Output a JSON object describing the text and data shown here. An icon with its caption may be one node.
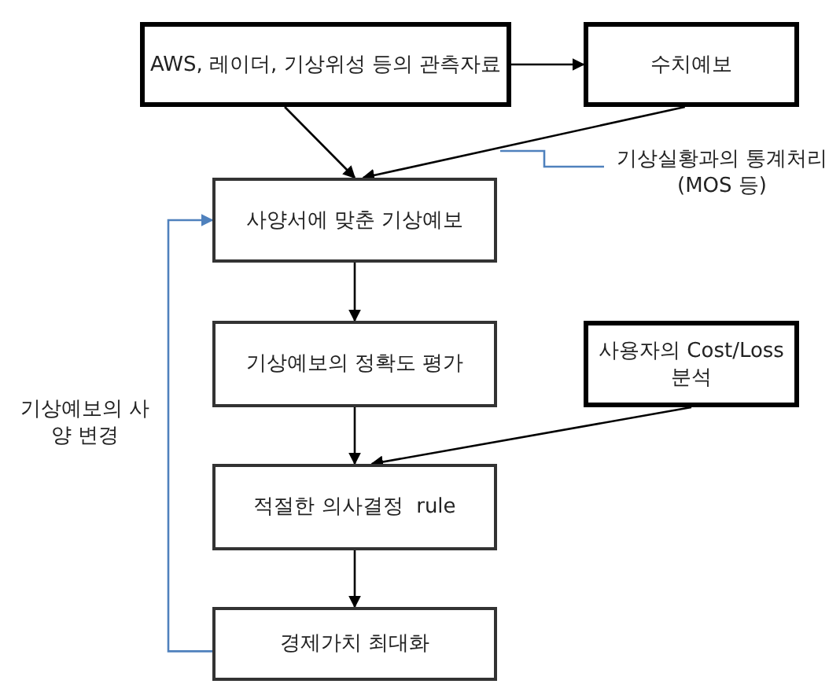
{
  "diagram": {
    "nodes": [
      {
        "text": [
          "AWS, 레이더, 기상위성 등의 관측자료"
        ]
      },
      {
        "text": [
          "수치예보"
        ]
      },
      {
        "text": [
          "사양서에 맞춘 기상예보"
        ]
      },
      {
        "text": [
          "기상예보의 정확도 평가"
        ]
      },
      {
        "text": [
          "사용자의 Cost/Loss 분석"
        ]
      },
      {
        "text": [
          "적절한 의사결정  rule"
        ]
      },
      {
        "text": [
          "경제가치 최대화"
        ]
      },
      {
        "text": [
          "기상실황과의 통계처리 (MOS 등)"
        ]
      }
    ],
    "edges": [
      {
        "from": 0,
        "to": 1,
        "arrow": "to"
      },
      {
        "from": 0,
        "to": 2,
        "arrow": "to"
      },
      {
        "from": 1,
        "to": 2,
        "arrow": "to"
      },
      {
        "from": 2,
        "to": 3,
        "arrow": "to"
      },
      {
        "from": 3,
        "to": 5,
        "arrow": "to"
      },
      {
        "from": 4,
        "to": 5,
        "arrow": "to"
      },
      {
        "from": 5,
        "to": 6,
        "arrow": "to"
      },
      {
        "from": 6,
        "to": 2,
        "arrow": "to",
        "label": "기상예보의 사양 변경",
        "color": "#4f81bd"
      },
      {
        "from": 7,
        "to": null,
        "arrow": "none",
        "color": "#4f81bd"
      }
    ]
  }
}
